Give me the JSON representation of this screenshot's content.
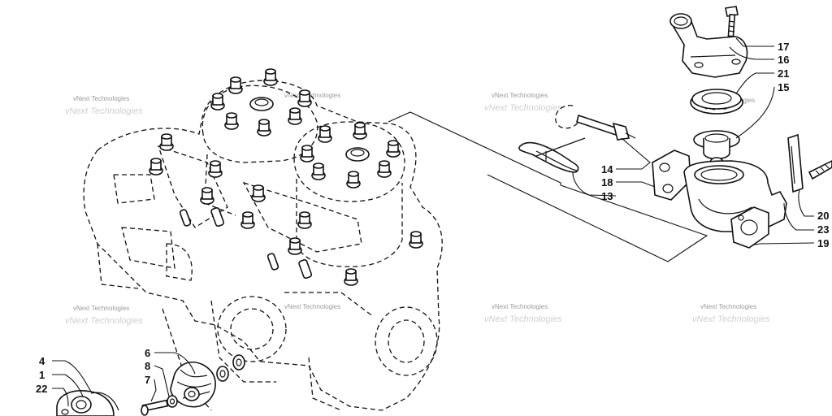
{
  "watermark": {
    "text": "vNext Technologies"
  },
  "callouts": {
    "c1": "1",
    "c4": "4",
    "c6": "6",
    "c7": "7",
    "c8": "8",
    "c13": "13",
    "c14": "14",
    "c15": "15",
    "c16": "16",
    "c17": "17",
    "c18": "18",
    "c19": "19",
    "c20": "20",
    "c21": "21",
    "c22": "22",
    "c23": "23"
  }
}
